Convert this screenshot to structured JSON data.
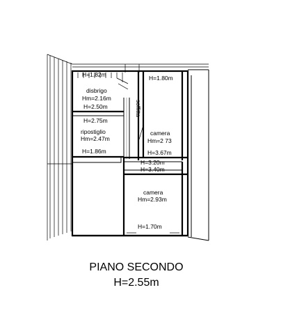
{
  "rooms": {
    "top_left_height": "H=1.82m",
    "disbrigo_name": "disbrigo",
    "disbrigo_hm": "Hm=2.16m",
    "disbrigo_height": "H=2.50m",
    "soffitta": "soffitta",
    "ripostiglio_top": "H=2.75m",
    "ripostiglio_name": "ripostiglio",
    "ripostiglio_hm": "Hm=2.47m",
    "ripostiglio_bottom": "H=1.86m",
    "camera1_top": "H=1.80m",
    "camera1_name": "camera",
    "camera1_hm": "Hm=2 73",
    "camera1_bottom": "H=3.67m",
    "corridor_h1": "H=3.20m",
    "corridor_h2": "H=3.40m",
    "camera2_name": "camera",
    "camera2_hm": "Hm=2.93m",
    "camera2_bottom": "H=1.70m"
  },
  "title": {
    "line1": "PIANO SECONDO",
    "line2": "H=2.55m"
  }
}
